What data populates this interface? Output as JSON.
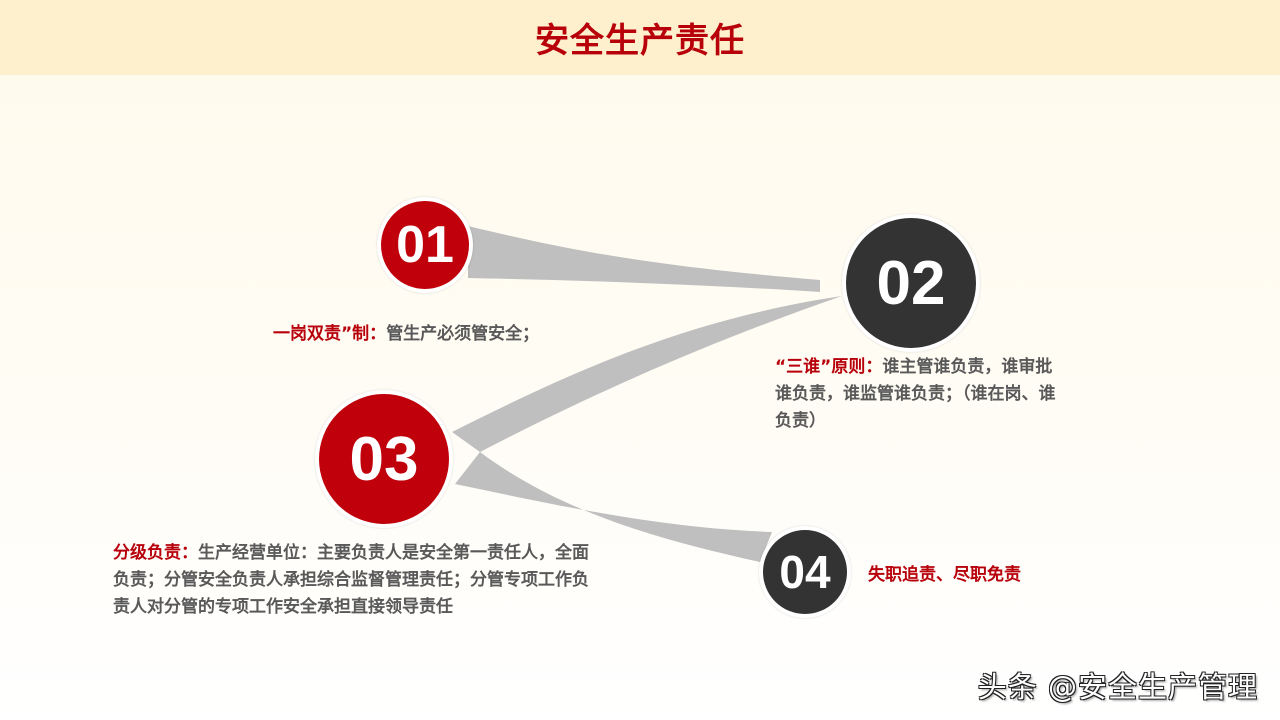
{
  "header": {
    "title": "安全生产责任"
  },
  "colors": {
    "accent_red": "#C0000B",
    "title_red": "#B8000A",
    "dark_circle": "#333333",
    "connector_gray": "#BFBFBF",
    "header_band": "#FEF0CC",
    "body_text": "#595959"
  },
  "items": [
    {
      "number": "01",
      "style": "red",
      "highlight": "一岗双责”制：",
      "text": "管生产必须管安全；"
    },
    {
      "number": "02",
      "style": "dark",
      "highlight": "“三谁”原则：",
      "text": "谁主管谁负责，谁审批谁负责，谁监管谁负责；（谁在岗、谁负责）"
    },
    {
      "number": "03",
      "style": "red",
      "highlight": "分级负责：",
      "text": "生产经营单位：主要负责人是安全第一责任人，全面负责；分管安全负责人承担综合监督管理责任；分管专项工作负责人对分管的专项工作安全承担直接领导责任"
    },
    {
      "number": "04",
      "style": "dark",
      "highlight": "失职追责、尽职免责",
      "text": ""
    }
  ],
  "connectors": [
    {
      "from": "01",
      "to": "02"
    },
    {
      "from": "03",
      "to": "02"
    },
    {
      "from": "03",
      "to": "04"
    }
  ],
  "watermark": {
    "text": "头条 @安全生产管理"
  }
}
